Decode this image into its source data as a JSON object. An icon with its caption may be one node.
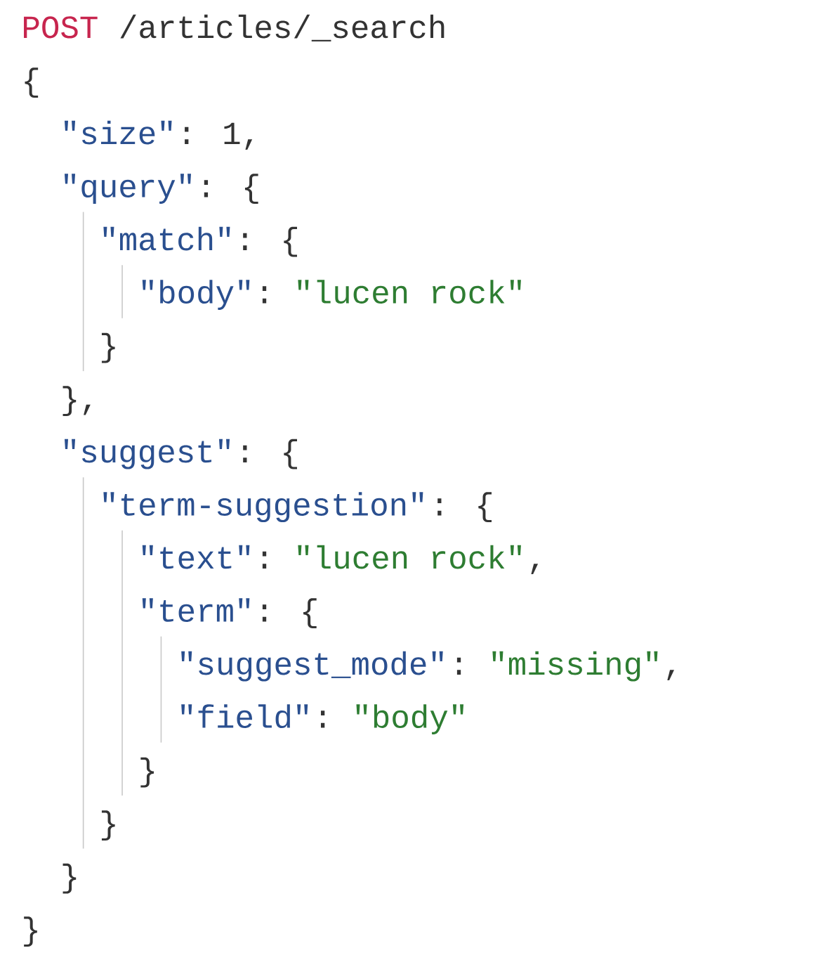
{
  "diagram": {
    "labels": [
      "POST",
      "/articles/_search",
      "{",
      "\"size\"",
      ": 1,",
      "\"query\"",
      ": {",
      "\"match\"",
      ": {",
      "\"body\"",
      ":",
      "\"lucen rock\"",
      "}",
      "},",
      "\"suggest\"",
      ": {",
      "\"term-suggestion\"",
      ": {",
      "\"text\"",
      ":",
      "\"lucen rock\"",
      ",",
      "\"term\"",
      ": {",
      "\"suggest_mode\"",
      ":",
      "\"missing\"",
      ",",
      "\"field\"",
      ":",
      "\"body\"",
      "}",
      "}",
      "}",
      "}"
    ]
  }
}
